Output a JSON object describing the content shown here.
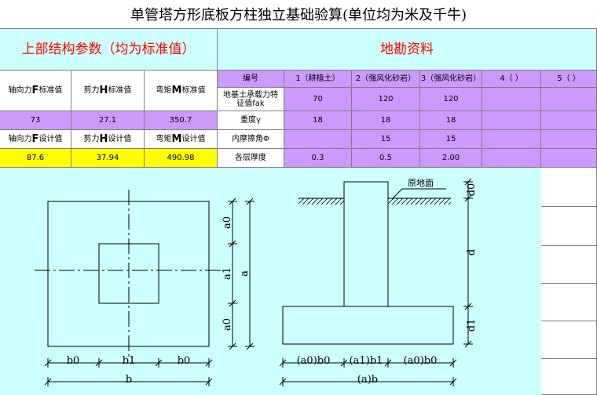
{
  "title": "单管塔方形底板方柱独立基础验算(单位均为米及千牛)",
  "left_header": "上部结构参数（均为标准值）",
  "right_header": "地勘资料",
  "std_labels": [
    {
      "pre": "轴向力",
      "sym": "F",
      "post": "标准值"
    },
    {
      "pre": "剪力",
      "sym": "H",
      "post": "标准值"
    },
    {
      "pre": "弯矩",
      "sym": "M",
      "post": "标准值"
    }
  ],
  "std_values": [
    "73",
    "27.1",
    "350.7"
  ],
  "design_labels": [
    {
      "pre": "轴向力",
      "sym": "F",
      "post": "设计值"
    },
    {
      "pre": "剪力",
      "sym": "H",
      "post": "设计值"
    },
    {
      "pre": "弯矩",
      "sym": "M",
      "post": "设计值"
    }
  ],
  "design_values": [
    "87.6",
    "37.94",
    "490.98"
  ],
  "soil_columns": [
    "编号",
    "1（耕植土）",
    "2（强风化砂岩）",
    "3（强风化砂岩）",
    "4（ ）",
    "5（ ）"
  ],
  "soil_rows": [
    {
      "label": "地基土承载力特征值fak",
      "values": [
        "70",
        "120",
        "120",
        "",
        ""
      ]
    },
    {
      "label": "重度γ",
      "values": [
        "18",
        "18",
        "18",
        "",
        ""
      ]
    },
    {
      "label": "内摩擦角Φ",
      "values": [
        "",
        "15",
        "15",
        "",
        ""
      ]
    },
    {
      "label": "各层厚度",
      "values": [
        "0.3",
        "0.5",
        "2.00",
        "",
        ""
      ]
    }
  ],
  "plan_labels": {
    "a0_top": "a0",
    "a1": "a1",
    "a0_bottom": "a0",
    "a": "a",
    "b0_left": "b0",
    "b1": "b1",
    "b0_right": "b0",
    "b": "b"
  },
  "section_labels": {
    "ground": "原地面",
    "d0": "d0",
    "d": "d",
    "d1": "d1",
    "ab0": "(a0)b0",
    "ab1": "(a1)b1",
    "ab0r": "(a0)b0",
    "ab": "(a)b"
  }
}
